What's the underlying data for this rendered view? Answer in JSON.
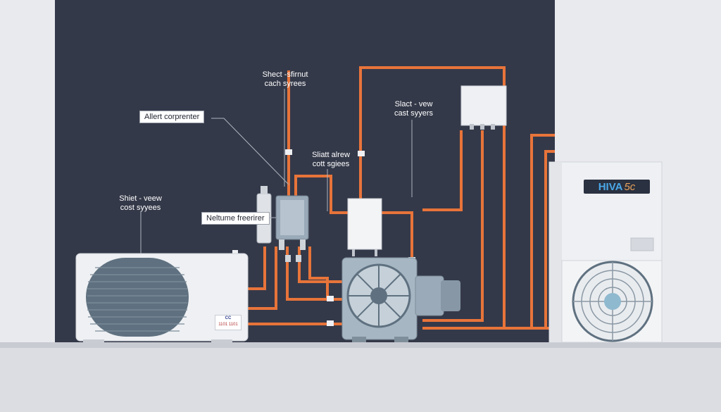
{
  "labels": {
    "top_center": [
      "Shect -sfirnut",
      "cach syrees"
    ],
    "mid_center": [
      "Sliatt alrew",
      "cott sgiees"
    ],
    "right_upper": [
      "Slact - vew",
      "cast syyers"
    ],
    "left": [
      "Shiet - veew",
      "cost syyees"
    ]
  },
  "boxes": {
    "alert_compressor": "Allert corprenter",
    "nature_freezer": "Neltume freerirer"
  },
  "brand": {
    "main": "HIVA",
    "suffix": "5c"
  },
  "outdoor_tag": {
    "line1": "CC",
    "line2": "1101 1101"
  },
  "colors": {
    "wall": "#343949",
    "pipe": "#e8743a",
    "unit": "#eef0f3",
    "fan": "#5f7180",
    "floor": "#dcdde2"
  }
}
